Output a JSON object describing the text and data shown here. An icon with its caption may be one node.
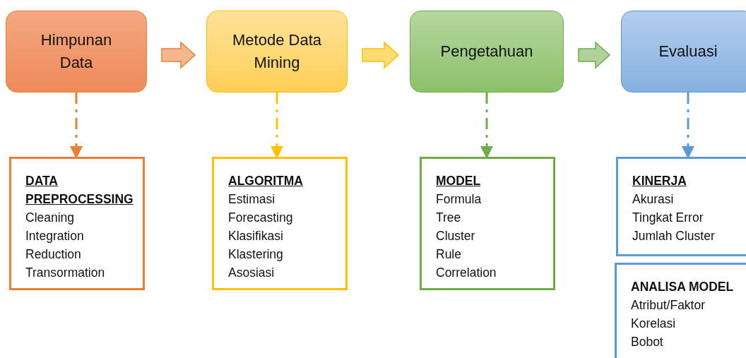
{
  "diagram": {
    "nodes": [
      {
        "text": [
          "Himpunan Data"
        ]
      },
      {
        "text": [
          "Metode Data Mining"
        ]
      },
      {
        "text": [
          "Pengetahuan"
        ]
      },
      {
        "text": [
          "Evaluasi"
        ]
      },
      {
        "text": [
          "DATA PREPROCESSING",
          "Cleaning",
          "Integration",
          "Reduction",
          "Transormation"
        ]
      },
      {
        "text": [
          "ALGORITMA",
          "Estimasi",
          "Forecasting",
          "Klasifikasi",
          "Klastering",
          "Asosiasi"
        ]
      },
      {
        "text": [
          "MODEL",
          "Formula",
          "Tree",
          "Cluster",
          "Rule",
          "Correlation"
        ]
      },
      {
        "text": [
          "KINERJA",
          "Akurasi",
          "Tingkat Error",
          "Jumlah Cluster"
        ]
      },
      {
        "text": [
          "ANALISA MODEL",
          "Atribut/Faktor",
          "Korelasi",
          "Bobot"
        ]
      }
    ],
    "edges": [
      {
        "from": 0,
        "to": 1,
        "arrow": "to",
        "style": "thick",
        "color": "#ed7d31"
      },
      {
        "from": 1,
        "to": 2,
        "arrow": "to",
        "style": "thick",
        "color": "#ffc000"
      },
      {
        "from": 2,
        "to": 3,
        "arrow": "to",
        "style": "thick",
        "color": "#70ad47"
      },
      {
        "from": 0,
        "to": 4,
        "arrow": "to",
        "style": "dashed",
        "color": "#ed7d31"
      },
      {
        "from": 1,
        "to": 5,
        "arrow": "to",
        "style": "dashed",
        "color": "#ffc000"
      },
      {
        "from": 2,
        "to": 6,
        "arrow": "to",
        "style": "dashed",
        "color": "#70ad47"
      },
      {
        "from": 3,
        "to": 7,
        "arrow": "to",
        "style": "dashed",
        "color": "#5b9bd5"
      }
    ]
  }
}
